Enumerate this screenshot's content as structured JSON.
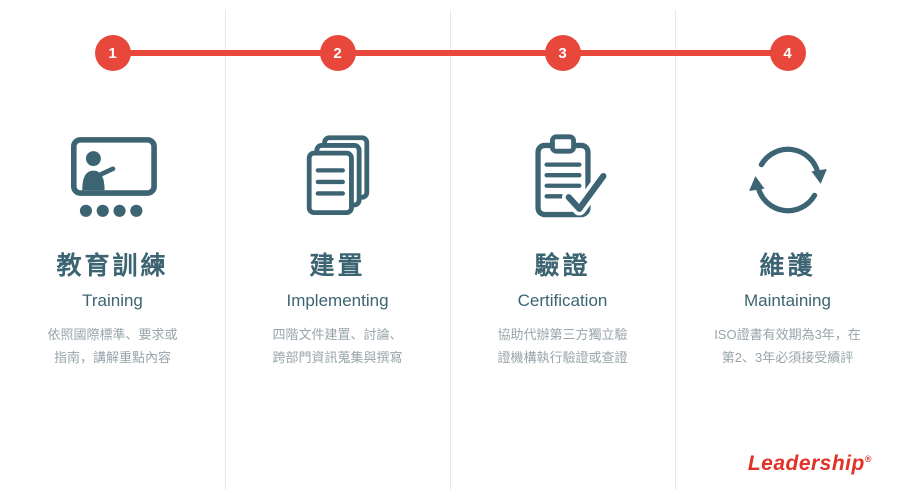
{
  "colors": {
    "accent_red": "#e8473b",
    "icon_teal": "#3c6472",
    "title_text": "#3c6472",
    "description_text": "#98a5ab",
    "divider": "#e9e9e9",
    "background": "#ffffff",
    "logo_red": "#e23227"
  },
  "steps": [
    {
      "number": "1",
      "icon": "training-presentation-icon",
      "title": "教育訓練",
      "subtitle": "Training",
      "desc_line1": "依照國際標準、要求或",
      "desc_line2": "指南，講解重點內容"
    },
    {
      "number": "2",
      "icon": "documents-stack-icon",
      "title": "建置",
      "subtitle": "Implementing",
      "desc_line1": "四階文件建置、討論、",
      "desc_line2": "跨部門資訊蒐集與撰寫"
    },
    {
      "number": "3",
      "icon": "clipboard-check-icon",
      "title": "驗證",
      "subtitle": "Certification",
      "desc_line1": "協助代辦第三方獨立驗",
      "desc_line2": "證機構執行驗證或查證"
    },
    {
      "number": "4",
      "icon": "circular-arrows-icon",
      "title": "維護",
      "subtitle": "Maintaining",
      "desc_line1": "ISO證書有效期為3年，在",
      "desc_line2": "第2、3年必須接受續評"
    }
  ],
  "logo": {
    "text": "Leadership",
    "mark": "®"
  }
}
